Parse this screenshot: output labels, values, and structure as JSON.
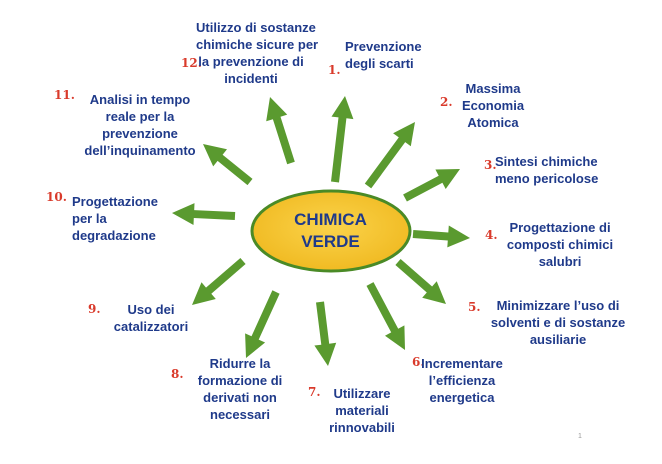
{
  "center": {
    "line1": "CHIMICA",
    "line2": "VERDE"
  },
  "colors": {
    "arrow": "#5a9a2f",
    "ellipse_fill": "#f2c230",
    "ellipse_border": "#4a8a26",
    "text": "#1f3a8a",
    "number": "#d93a2b"
  },
  "principles": [
    {
      "num": "1.",
      "lines": [
        "Prevenzione",
        "degli scarti"
      ]
    },
    {
      "num": "2.",
      "lines": [
        "Massima",
        "Economia",
        "Atomica"
      ]
    },
    {
      "num": "3.",
      "lines": [
        "Sintesi chimiche",
        "meno pericolose"
      ]
    },
    {
      "num": "4.",
      "lines": [
        "Progettazione di",
        "composti chimici",
        "salubri"
      ]
    },
    {
      "num": "5.",
      "lines": [
        "Minimizzare l’uso di",
        "solventi e di sostanze",
        "ausiliarie"
      ]
    },
    {
      "num": "6.",
      "lines": [
        "Incrementare",
        "l’efficienza",
        "energetica"
      ]
    },
    {
      "num": "7.",
      "lines": [
        "Utilizzare",
        "materiali",
        "rinnovabili"
      ]
    },
    {
      "num": "8.",
      "lines": [
        "Ridurre la",
        "formazione di",
        "derivati non",
        "necessari"
      ]
    },
    {
      "num": "9.",
      "lines": [
        "Uso dei",
        "catalizzatori"
      ]
    },
    {
      "num": "10.",
      "lines": [
        "Progettazione",
        "per la",
        "degradazione"
      ]
    },
    {
      "num": "11.",
      "lines": [
        "Analisi in tempo",
        "reale per la",
        "prevenzione",
        "dell’inquinamento"
      ]
    },
    {
      "num": "12.",
      "lines": [
        "Utilizzo di sostanze",
        "chimiche sicure per",
        "la prevenzione di",
        "incidenti"
      ]
    }
  ],
  "page_marker": "1"
}
